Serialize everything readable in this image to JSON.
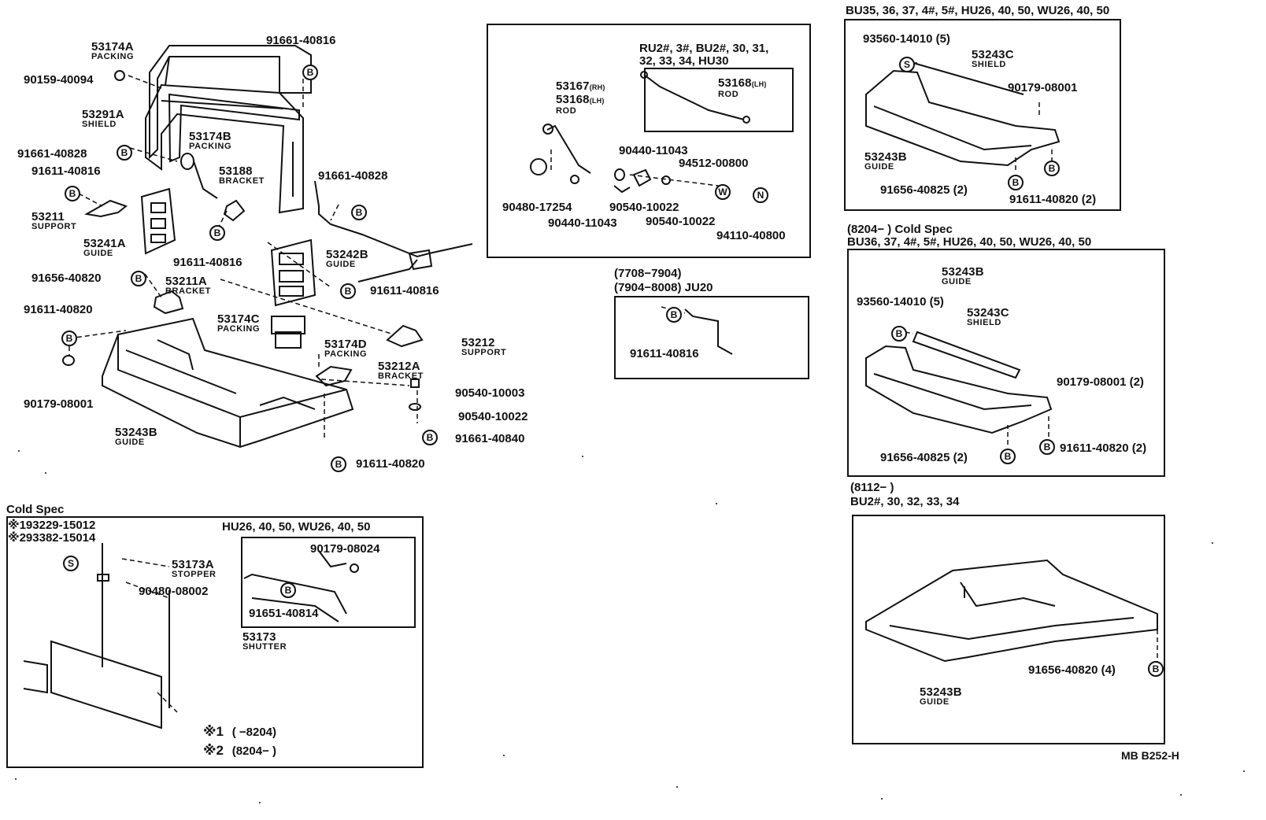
{
  "symbols": {
    "b": "B",
    "s": "S",
    "w": "W",
    "n": "N"
  },
  "main": {
    "p53174A": "53174A",
    "d53174A": "PACKING",
    "p91661_40816": "91661-40816",
    "p90159": "90159-40094",
    "p53291A": "53291A",
    "d53291A": "SHIELD",
    "p53174B": "53174B",
    "d53174B": "PACKING",
    "p91661_40828a": "91661-40828",
    "p91611_40816a": "91611-40816",
    "p53188": "53188",
    "d53188": "BRACKET",
    "p91661_40828b": "91661-40828",
    "p53211": "53211",
    "d53211": "SUPPORT",
    "p53241A": "53241A",
    "d53241A": "GUIDE",
    "p91611_40816b": "91611-40816",
    "p53242B": "53242B",
    "d53242B": "GUIDE",
    "p91656": "91656-40820",
    "p53211A": "53211A",
    "d53211A": "BRACKET",
    "p91611_40816c": "91611-40816",
    "p91611_40820a": "91611-40820",
    "p53174C": "53174C",
    "d53174C": "PACKING",
    "p53174D": "53174D",
    "d53174D": "PACKING",
    "p53212": "53212",
    "d53212": "SUPPORT",
    "p53212A": "53212A",
    "d53212A": "BRACKET",
    "p90540_10003": "90540-10003",
    "p90540_10022": "90540-10022",
    "p91661_40840": "91661-40840",
    "p91611_40820b": "91611-40820",
    "p90179": "90179-08001",
    "p53243B": "53243B",
    "d53243B": "GUIDE"
  },
  "rod_box": {
    "inset_title": [
      "RU2#, 3#, BU2#, 30, 31,",
      "32, 33, 34, HU30"
    ],
    "p53168_lh": "53168",
    "s53168_lh": "(LH)",
    "d53168_lh": "ROD",
    "p53167": "53167",
    "s53167": "(RH)",
    "p53168": "53168",
    "s53168": "(LH)",
    "d_rod": "ROD",
    "p90440_a": "90440-11043",
    "p94512": "94512-00800",
    "p90480": "90480-17254",
    "p90540_a": "90540-10022",
    "p90440_b": "90440-11043",
    "p90540_b": "90540-10022",
    "p94110": "94110-40800"
  },
  "ju20": {
    "line1": "(7708−7904)",
    "line2": "(7904−8008) JU20",
    "part": "91611-40816"
  },
  "box_bu35": {
    "heading": "BU35, 36, 37, 4#, 5#, HU26, 40, 50, WU26, 40, 50",
    "p93560": "93560-14010 (5)",
    "p53243C": "53243C",
    "d53243C": "SHIELD",
    "p90179": "90179-08001",
    "p53243B": "53243B",
    "d53243B": "GUIDE",
    "p91656": "91656-40825 (2)",
    "p91611": "91611-40820 (2)"
  },
  "box_cold": {
    "heading1": "(8204−        ) Cold Spec",
    "heading2": "BU36, 37, 4#, 5#, HU26, 40, 50, WU26, 40, 50",
    "p53243B": "53243B",
    "d53243B": "GUIDE",
    "p93560": "93560-14010 (5)",
    "p53243C": "53243C",
    "d53243C": "SHIELD",
    "p90179": "90179-08001 (2)",
    "p91656": "91656-40825 (2)",
    "p91611": "91611-40820 (2)"
  },
  "box_bu2": {
    "heading1": "(8112−        )",
    "heading2": "BU2#, 30, 32, 33, 34",
    "p91656": "91656-40820 (4)",
    "p53243B": "53243B",
    "d53243B": "GUIDE"
  },
  "cold_spec": {
    "title": "Cold Spec",
    "p193229": "※193229-15012",
    "p293382": "※293382-15014",
    "inset_title": "HU26, 40, 50, WU26, 40, 50",
    "p90179_08024": "90179-08024",
    "p91651": "91651-40814",
    "p53173A": "53173A",
    "d53173A": "STOPPER",
    "p90480_08002": "90480-08002",
    "p53173": "53173",
    "d53173": "SHUTTER",
    "note1_mark": "※1",
    "note1_text": "(       −8204)",
    "note2_mark": "※2",
    "note2_text": "(8204−        )"
  },
  "footer": {
    "ref": "MB B252-H"
  }
}
